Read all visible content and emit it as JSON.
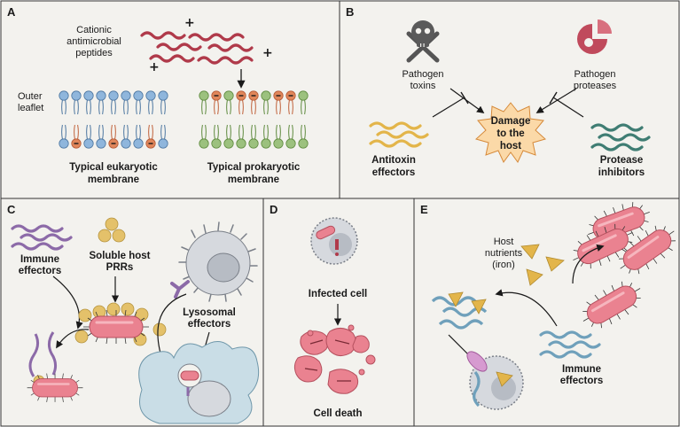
{
  "panels": {
    "a": {
      "label": "A",
      "peptides_label_line1": "Cationic",
      "peptides_label_line2": "antimicrobial",
      "peptides_label_line3": "peptides",
      "plus_sign": "+",
      "outer_leaflet_line1": "Outer",
      "outer_leaflet_line2": "leaflet",
      "eukaryotic_line1": "Typical eukaryotic",
      "eukaryotic_line2": "membrane",
      "prokaryotic_line1": "Typical prokaryotic",
      "prokaryotic_line2": "membrane"
    },
    "b": {
      "label": "B",
      "toxins_line1": "Pathogen",
      "toxins_line2": "toxins",
      "proteases_line1": "Pathogen",
      "proteases_line2": "proteases",
      "antitoxin_line1": "Antitoxin",
      "antitoxin_line2": "effectors",
      "damage_line1": "Damage",
      "damage_line2": "to the",
      "damage_line3": "host",
      "protease_inh_line1": "Protease",
      "protease_inh_line2": "inhibitors"
    },
    "c": {
      "label": "C",
      "immune_line1": "Immune",
      "immune_line2": "effectors",
      "soluble_line1": "Soluble host",
      "soluble_line2": "PRRs",
      "lysosomal_line1": "Lysosomal",
      "lysosomal_line2": "effectors"
    },
    "d": {
      "label": "D",
      "infected_cell": "Infected cell",
      "cell_death": "Cell death"
    },
    "e": {
      "label": "E",
      "host_nutrients_line1": "Host",
      "host_nutrients_line2": "nutrients",
      "host_nutrients_line3": "(iron)",
      "immune_line1": "Immune",
      "immune_line2": "effectors"
    }
  },
  "colors": {
    "panel_bg": "#f3f2ee",
    "border": "#333333",
    "peptide_red": "#b03a4a",
    "eukaryote_blue": "#8fb6dc",
    "prokaryote_green": "#9cc17e",
    "lipid_orange": "#e0865a",
    "antitoxin_gold": "#e3b54a",
    "inhibitor_teal": "#3f7d73",
    "damage_star": "#fbd9a8",
    "bacteria_pink": "#ea8290",
    "prr_gold": "#e4c16a",
    "immune_purple": "#8c6aa8",
    "cell_gray": "#d6d9de",
    "macrophage_blue": "#c9dde6",
    "nutrient_gold": "#e3b54a",
    "e_effector_blue": "#6fa0bb"
  }
}
